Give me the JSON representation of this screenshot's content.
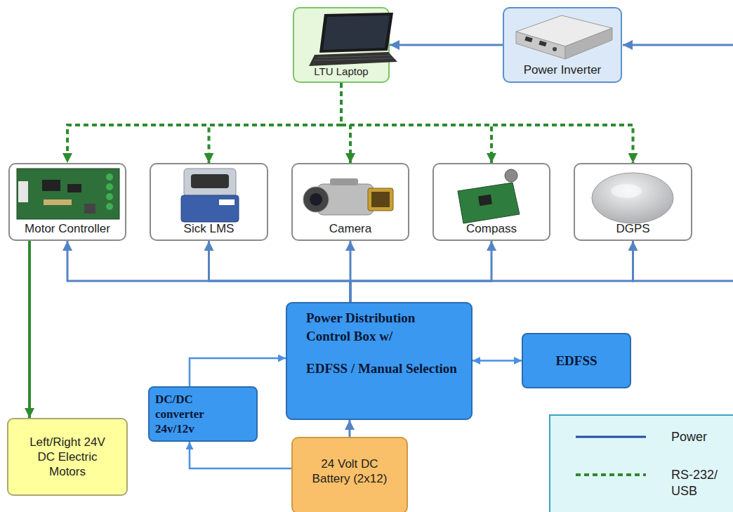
{
  "diagram": {
    "nodes": [
      {
        "text": [
          "LTU Laptop"
        ]
      },
      {
        "text": [
          "Power Inverter"
        ]
      },
      {
        "text": [
          "Motor Controller"
        ]
      },
      {
        "text": [
          "Sick LMS"
        ]
      },
      {
        "text": [
          "Camera"
        ]
      },
      {
        "text": [
          "Compass"
        ]
      },
      {
        "text": [
          "DGPS"
        ]
      },
      {
        "text": [
          "Power Distribution Control Box w/",
          "EDFSS / Manual Selection"
        ]
      },
      {
        "text": [
          "EDFSS"
        ]
      },
      {
        "text": [
          "Left/Right 24V DC Electric Motors"
        ]
      },
      {
        "text": [
          "DC/DC converter 24v/12v"
        ]
      },
      {
        "text": [
          "24 Volt DC Battery (2x12)"
        ]
      }
    ],
    "edges": [
      {
        "from": 1,
        "to": 0,
        "arrow": "to"
      },
      {
        "from": 0,
        "to": 2,
        "arrow": "to"
      },
      {
        "from": 0,
        "to": 3,
        "arrow": "to"
      },
      {
        "from": 0,
        "to": 4,
        "arrow": "to"
      },
      {
        "from": 0,
        "to": 5,
        "arrow": "to"
      },
      {
        "from": 0,
        "to": 6,
        "arrow": "to"
      },
      {
        "from": 2,
        "to": 9,
        "arrow": "to"
      },
      {
        "from": 7,
        "to": 2,
        "arrow": "to"
      },
      {
        "from": 7,
        "to": 3,
        "arrow": "to"
      },
      {
        "from": 7,
        "to": 4,
        "arrow": "to"
      },
      {
        "from": 7,
        "to": 5,
        "arrow": "to"
      },
      {
        "from": 7,
        "to": 6,
        "arrow": "to"
      },
      {
        "from": 11,
        "to": 7,
        "arrow": "to"
      },
      {
        "from": 11,
        "to": 10,
        "arrow": "to"
      },
      {
        "from": 10,
        "to": 7,
        "arrow": "to"
      },
      {
        "from": 7,
        "to": 8,
        "arrow": "both"
      }
    ],
    "legend": [
      {
        "text": "Power"
      },
      {
        "text": "RS-232/ USB"
      }
    ]
  }
}
